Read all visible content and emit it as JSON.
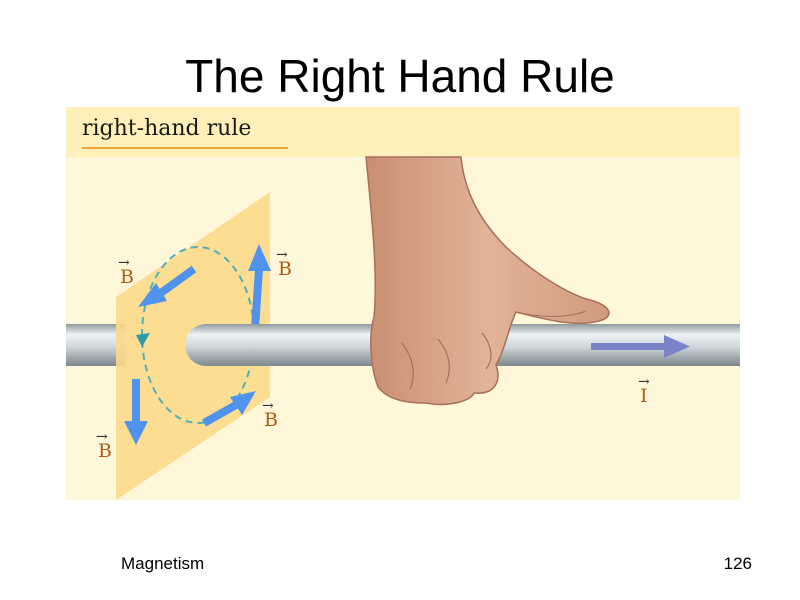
{
  "slide": {
    "title": "The Right Hand Rule",
    "footer_left": "Magnetism",
    "page_number": "126"
  },
  "figure": {
    "caption": "right-hand rule",
    "field_label": "B",
    "current_label": "I",
    "colors": {
      "background": "#fff7d9",
      "header": "#ffefb8",
      "plane": "#fcd98a",
      "wire": "#c9d3d6",
      "field_arrow": "#4f93ee",
      "current_arrow": "#7b82c8",
      "label": "#b05a12"
    }
  }
}
